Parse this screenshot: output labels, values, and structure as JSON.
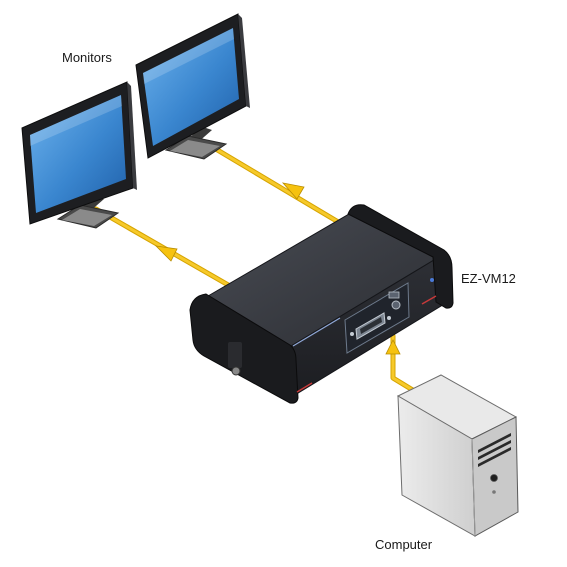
{
  "labels": {
    "monitors": "Monitors",
    "device": "EZ-VM12",
    "computer": "Computer"
  },
  "colors": {
    "cable": "#f4c21a",
    "screen": "#3f8fd4",
    "device_body": "#2b2d33",
    "computer_case": "#d9d9d9"
  }
}
